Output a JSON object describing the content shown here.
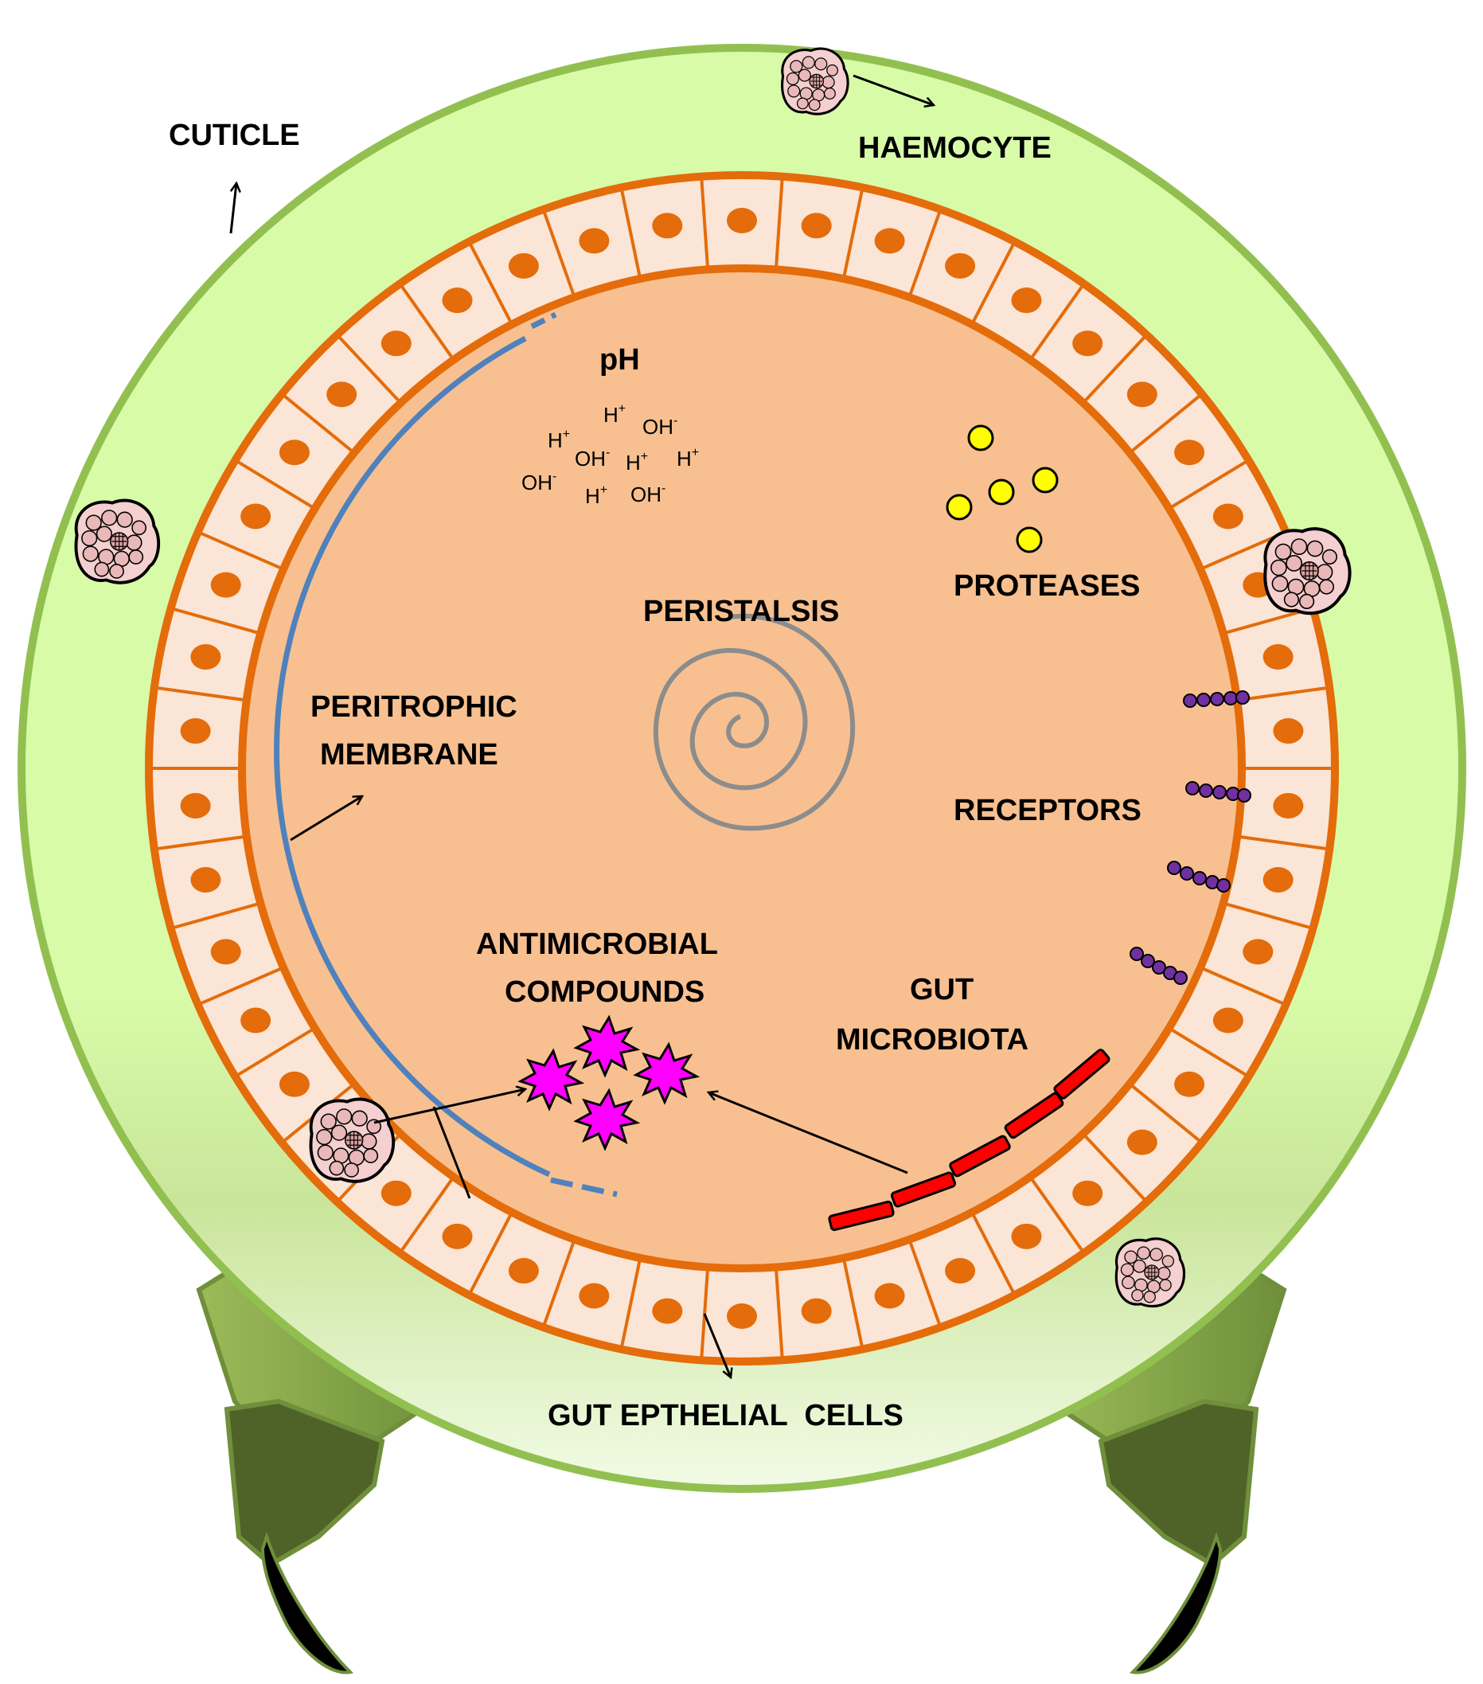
{
  "labels": {
    "cuticle": "CUTICLE",
    "haemocyte": "HAEMOCYTE",
    "ph": "pH",
    "proteases": "PROTEASES",
    "peristalsis": "PERISTALSIS",
    "peritrophic_1": "PERITROPHIC",
    "peritrophic_2": "MEMBRANE",
    "receptors": "RECEPTORS",
    "antimicrobial_1": "ANTIMICROBIAL",
    "antimicrobial_2": "COMPOUNDS",
    "microbiota_1": "GUT",
    "microbiota_2": "MICROBIOTA",
    "epithelial": "GUT EPTHELIAL  CELLS"
  },
  "ions": [
    {
      "base": "H",
      "charge": "+"
    },
    {
      "base": "OH",
      "charge": "-"
    },
    {
      "base": "H",
      "charge": "+"
    },
    {
      "base": "OH",
      "charge": "-"
    },
    {
      "base": "H",
      "charge": "+"
    },
    {
      "base": "H",
      "charge": "+"
    },
    {
      "base": "OH",
      "charge": "-"
    },
    {
      "base": "H",
      "charge": "+"
    },
    {
      "base": "OH",
      "charge": "-"
    }
  ],
  "colors": {
    "cuticle_fill": "#d8fba8",
    "cuticle_stroke": "#92c050",
    "lumen": "#f8c090",
    "epithelium_line": "#e46c0a",
    "cell_fill": "#fbe5d6",
    "nucleus": "#e46c0a",
    "peritrophic_membrane": "#4f81bd",
    "spiral": "#8c8c8c",
    "protease": "#ffff00",
    "receptor": "#7030a0",
    "antimicrobial": "#ff00ff",
    "microbiota": "#ff0000",
    "haemocyte_fill": "#f5d0d0",
    "leg_light": "#9bbb59",
    "leg_dark": "#4f6228",
    "claw": "#000000"
  }
}
